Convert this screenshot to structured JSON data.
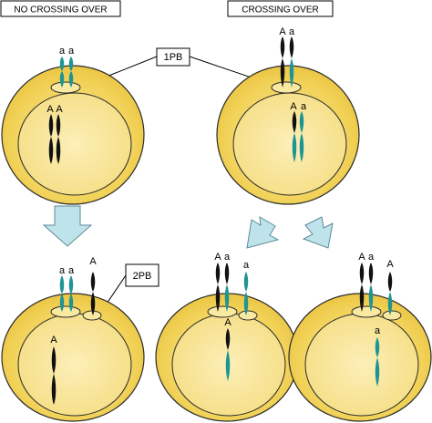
{
  "labels": {
    "no_crossing_over": "NO CROSSING OVER",
    "crossing_over": "CROSSING OVER",
    "first_polar_body": "1PB",
    "second_polar_body": "2PB"
  },
  "alleles": {
    "dominant": "A",
    "recessive": "a"
  },
  "colors": {
    "cell_outer": "#f2d35a",
    "cell_inner": "#f6e08e",
    "nucleus": "#fae9a0",
    "outline": "#2b2b2b",
    "dominant_chromosome": "#111111",
    "recessive_chromosome": "#1f9494",
    "arrow_fill": "#bfe3ea",
    "arrow_stroke": "#5d8a96"
  }
}
